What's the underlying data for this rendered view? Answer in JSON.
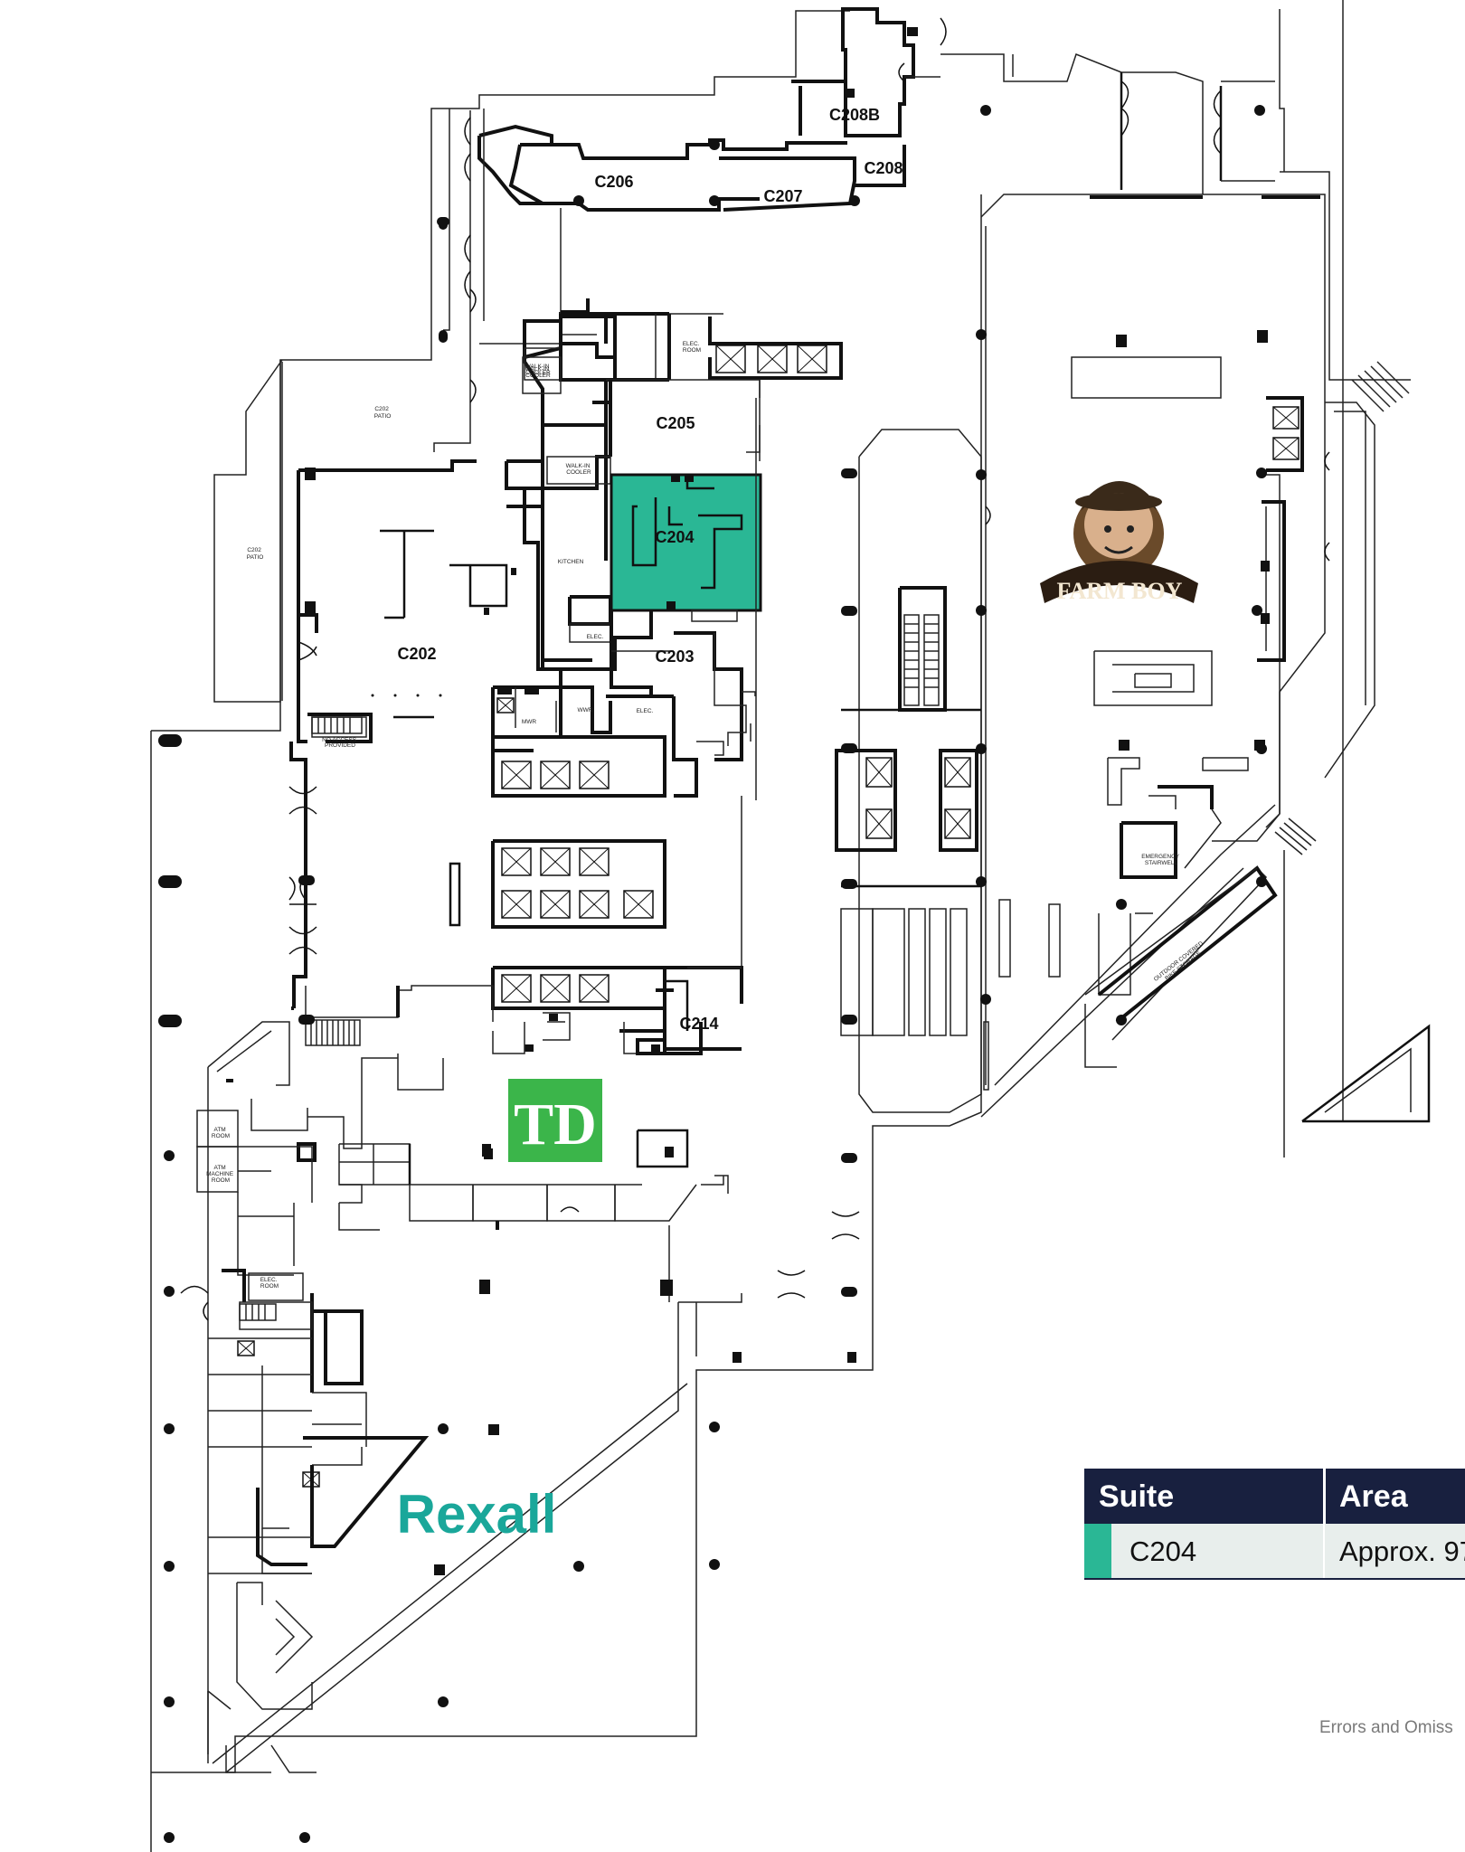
{
  "suites": {
    "c208b": "C208B",
    "c208": "C208",
    "c206": "C206",
    "c207": "C207",
    "c205": "C205",
    "c204": "C204",
    "c202": "C202",
    "c203": "C203",
    "c214": "C214"
  },
  "highlight_color": "#2ab795",
  "rooms": {
    "c202_patio_top": [
      "C202",
      "PATIO"
    ],
    "c202_patio_side": [
      "C202",
      "PATIO"
    ],
    "elec_room_top": [
      "ELEC.",
      "ROOM"
    ],
    "walkin_cooler_1": [
      "WALK-IN",
      "COOLER"
    ],
    "walkin_cooler_2": [
      "WALK-IN",
      "COOLER"
    ],
    "walkin_cooler_3": [
      "WALK-IN",
      "COOLER"
    ],
    "kitchen": "KITCHEN",
    "elec": "ELEC.",
    "wwr": "WWR",
    "mwr": "MWR",
    "elec_small": "ELEC.",
    "no_access": [
      "NO ACCESS",
      "PROVIDED"
    ],
    "emergency_stairwell": [
      "EMERGENCY",
      "STAIRWELL"
    ],
    "bike_storage": [
      "OUTDOOR COVERED",
      "BIKE STORAGE"
    ],
    "atm_room": [
      "ATM",
      "ROOM"
    ],
    "atm_machine_room": [
      "ATM",
      "MACHINE",
      "ROOM"
    ],
    "elec_room_bottom": [
      "ELEC.",
      "ROOM"
    ]
  },
  "tenants": {
    "farm_boy": "FARM BOY",
    "td": "TD",
    "rexall": "Rexall"
  },
  "brand_colors": {
    "td_green": "#3bb54a",
    "rexall_teal": "#1aa79a",
    "table_header": "#18203f"
  },
  "table": {
    "headers": [
      "Suite",
      "Area"
    ],
    "rows": [
      {
        "suite": "C204",
        "area": "Approx. 97"
      }
    ]
  },
  "disclaimer": "Errors and Omiss",
  "icons": [
    "column-icon",
    "door-swing-icon",
    "elevator-icon",
    "stairs-icon",
    "escalator-icon"
  ]
}
